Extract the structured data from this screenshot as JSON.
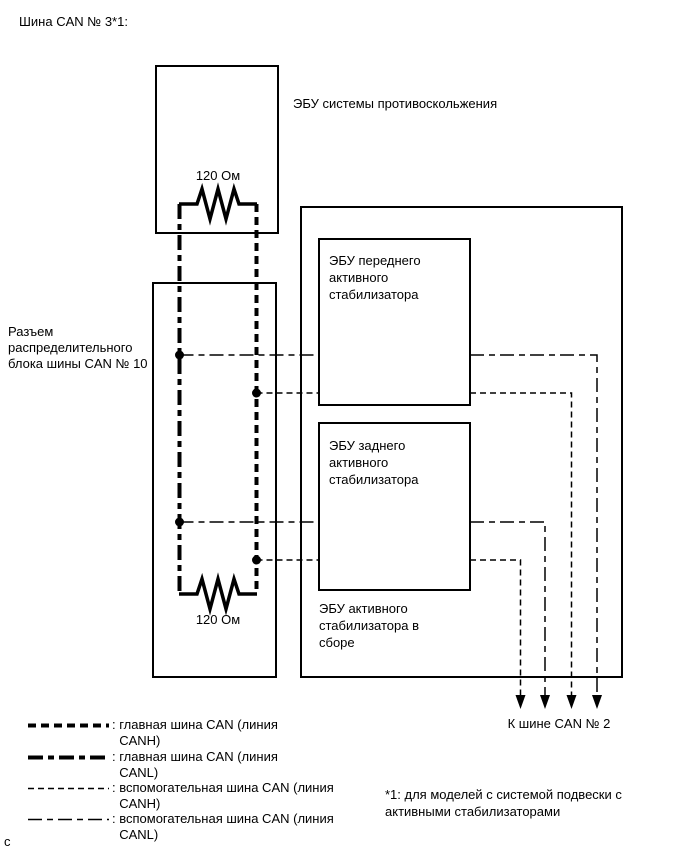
{
  "title": "Шина CAN № 3*1:",
  "labels": {
    "skid_ecu": "ЭБУ системы противоскольжения",
    "junction": "Разъем\nраспределительного\nблока шины CAN № 10",
    "front_ecu": "ЭБУ переднего\nактивного\nстабилизатора",
    "rear_ecu": "ЭБУ заднего\nактивного\nстабилизатора",
    "assembly": "ЭБУ активного\nстабилизатора в\nсборе",
    "resistor_top": "120 Ом",
    "resistor_bottom": "120 Ом",
    "to_can2": "К шине CAN № 2",
    "footnote": "*1: для моделей с системой подвески с\nактивными стабилизаторами",
    "corner": "с"
  },
  "legend": [
    {
      "label": ": главная шина CAN (линия\n  CANH)",
      "line_style": "main-can-canh-thick-dashed"
    },
    {
      "label": ": главная шина CAN (линия\n  CANL)",
      "line_style": "main-can-canl-thick-dashdot"
    },
    {
      "label": ": вспомогательная шина CAN (линия\n  CANH)",
      "line_style": "aux-can-canh-thin-dashed"
    },
    {
      "label": ": вспомогательная шина CAN (линия\n  CANL)",
      "line_style": "aux-can-canl-thin-dashdot"
    }
  ],
  "colors": {
    "line": "#000000",
    "background": "#ffffff"
  }
}
